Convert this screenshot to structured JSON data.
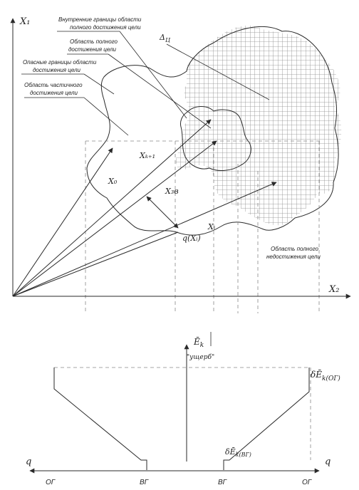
{
  "axes": {
    "x1": "X₁",
    "x2": "X₂"
  },
  "vectors": {
    "x0": "X₀",
    "xk1": "Xₖ₊₁",
    "xzr": "X₃в",
    "xi": "Xᵢ",
    "qxi": "q(Xᵢ)"
  },
  "regions": {
    "delta": "Δ",
    "delta_sub": "Ц",
    "inner_bounds": [
      "Внутренние границы области",
      "полного достижения цели"
    ],
    "full_achieve": [
      "Область полного",
      "достижения цели"
    ],
    "danger_bounds": [
      "Опасные границы области",
      "достижения цели"
    ],
    "partial_achieve": [
      "Область частичного",
      "достижения цели"
    ],
    "full_non_achieve": [
      "Область полного",
      "недостижения цели"
    ]
  },
  "bottom": {
    "ek": "Ē",
    "ek_sub": "k",
    "damage": "\"ущерб\"",
    "delta_og_main": "δĒ",
    "delta_og_sub": "k(ОГ)",
    "delta_vg_main": "δĒ",
    "delta_vg_sub": "k(ВГ)",
    "q": "q",
    "og": "ОГ",
    "vg": "ВГ"
  },
  "colors": {
    "line": "#2a2a2a",
    "grid": "#8a8a8a",
    "dashed": "#888888"
  }
}
